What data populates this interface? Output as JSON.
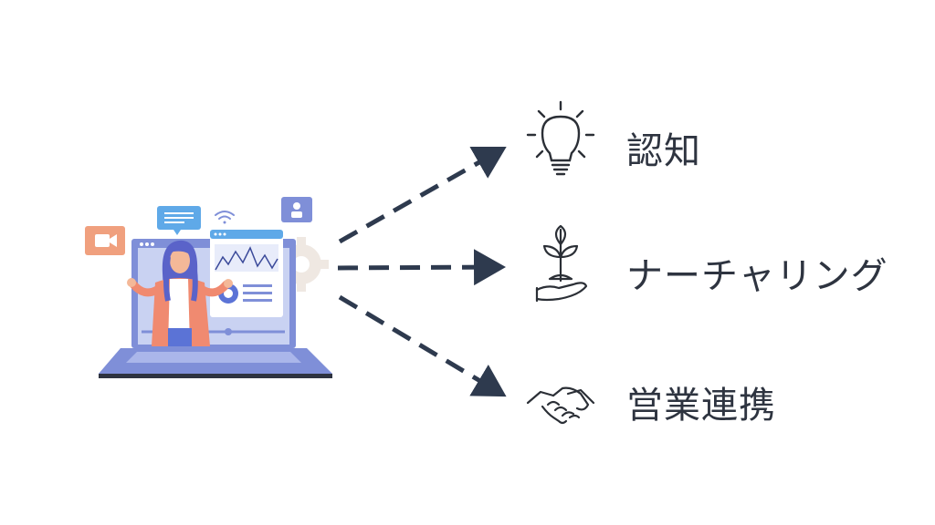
{
  "diagram": {
    "items": [
      {
        "label": "認知",
        "icon": "lightbulb-icon"
      },
      {
        "label": "ナーチャリング",
        "icon": "sprout-in-hand-icon"
      },
      {
        "label": "営業連携",
        "icon": "handshake-icon"
      }
    ],
    "colors": {
      "arrow": "#2e3a4e",
      "icon": "#2b2f36",
      "text": "#2e3440",
      "laptop": "#7f8fd8",
      "screen": "#c9d2f2",
      "accent_orange": "#f0a07e",
      "accent_blue": "#5fa9e8"
    }
  }
}
